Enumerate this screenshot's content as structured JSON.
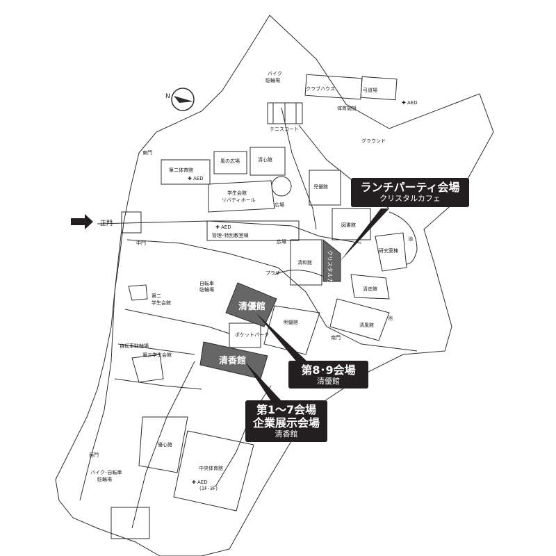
{
  "campus": {
    "buildings": {
      "seiyukan": "清優館",
      "seikokan": "清香館",
      "crystal_cafe_v": "クリスタルカフェ",
      "daini_taiikukan": "第二体育館",
      "kaze_no_hiroba": "風の広場",
      "seishinkan": "清心館",
      "gakuseikaikan": "学生会館",
      "liberty_hall": "リバティホール",
      "hiroba": "広場",
      "jiyukan": "児優館",
      "toshokan": "図書館",
      "kenkyu_shitsu": "研究室棟",
      "kanri": "管理･特別教室棟",
      "seiwakan": "清和館",
      "plaza": "プラザ",
      "seishikan": "清史館",
      "seifukan": "清風館",
      "ike": "池",
      "meiyukan": "明優館",
      "pocket_park": "ポケットパーク",
      "daini_gakuseikaikan_1": "第二",
      "daini_gakuseikaikan_2": "学生会館",
      "daisan_gakuseikaikan": "第三学生会館",
      "yushinkan": "優心館",
      "chuo_taiikukan": "中央体育館",
      "club_house": "クラブハウス",
      "kyudojo": "弓道場",
      "taiiku_shisetsu": "体育施設",
      "tennis_court": "テニスコート",
      "ground": "グラウンド",
      "bike_parking_1": "バイク",
      "bike_parking_2": "駐輪場",
      "bicycle_parking_1": "自転車",
      "bicycle_parking_2": "駐輪場",
      "bicycle_parking_3": "自転車駐輪場",
      "bike_bicycle_1": "バイク･自転車",
      "bike_bicycle_2": "駐輪場"
    },
    "gates": {
      "main": "正門",
      "east": "東門",
      "middle": "中門",
      "south": "南門",
      "west": "西門"
    },
    "aed": {
      "label": "AED",
      "floors": "(1F･3F)"
    },
    "compass": "N"
  },
  "callouts": {
    "lunch": {
      "title": "ランチパーティ会場",
      "subtitle": "クリスタルカフェ"
    },
    "venue89": {
      "title": "第8･9会場",
      "subtitle": "清優館"
    },
    "venue17": {
      "title1": "第1～7会場",
      "title2": "企業展示会場",
      "subtitle": "清香館"
    }
  },
  "colors": {
    "highlight_building": "#666666",
    "callout_bg": "#231f20",
    "line": "#2b2b2b"
  }
}
